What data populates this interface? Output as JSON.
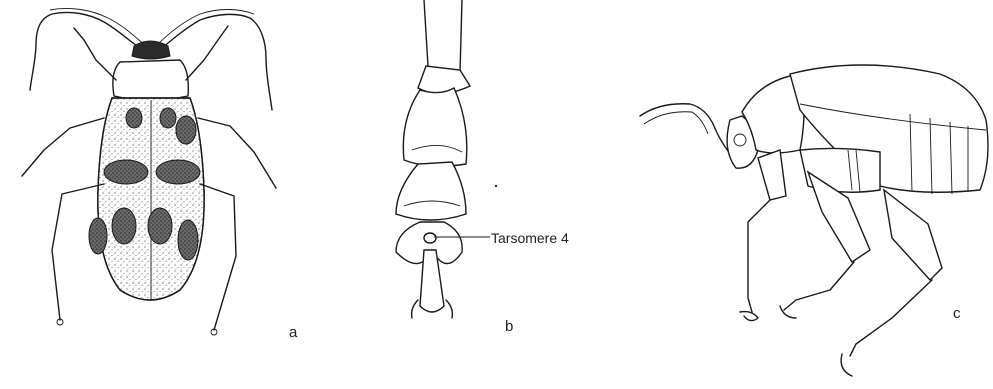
{
  "panels": {
    "a": {
      "label": "a"
    },
    "b": {
      "label": "b",
      "callout": "Tarsomere 4"
    },
    "c": {
      "label": "c"
    }
  },
  "colors": {
    "ink": "#1a1a1a",
    "background": "#ffffff"
  }
}
